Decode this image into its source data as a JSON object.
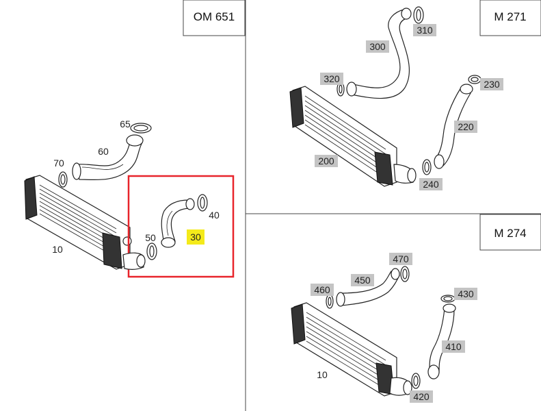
{
  "engines": {
    "om651": "OM 651",
    "m271": "M 271",
    "m274": "M 274"
  },
  "om651_labels": {
    "p65": "65",
    "p60": "60",
    "p70": "70",
    "p10": "10",
    "p40": "40",
    "p50": "50",
    "p30": "30"
  },
  "m271_labels": {
    "p310": "310",
    "p300": "300",
    "p320": "320",
    "p230": "230",
    "p220": "220",
    "p200": "200",
    "p240": "240"
  },
  "m274_labels": {
    "p470": "470",
    "p450": "450",
    "p460": "460",
    "p430": "430",
    "p410": "410",
    "p10": "10",
    "p420": "420"
  },
  "colors": {
    "highlight_box": "#e8242b",
    "label_bg": "#c4c4c4",
    "selected_label_bg": "#f4ea1a"
  }
}
